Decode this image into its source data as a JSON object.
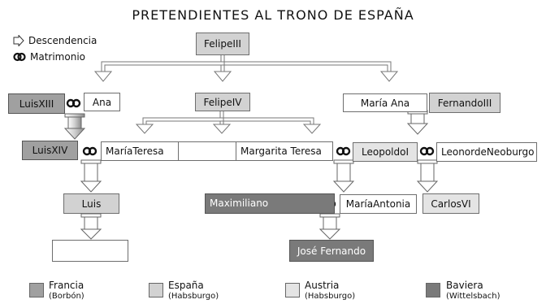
{
  "title": "PRETENDIENTES AL TRONO DE ESPAÑA",
  "legend": {
    "descent": {
      "label": "Descendencia",
      "icon": "descent-arrow-icon"
    },
    "marriage": {
      "label": "Matrimonio",
      "icon": "marriage-rings-icon"
    }
  },
  "persons": {
    "felipe3": "FelipeIII",
    "luis13": "LuisXIII",
    "ana": "Ana",
    "felipe4": "FelipeIV",
    "maria_ana": "María Ana",
    "fernando3": "FernandoIII",
    "luis14": "LuisXIV",
    "maria_teresa": "MaríaTeresa",
    "margarita_teresa": "Margarita Teresa",
    "leopoldo1": "LeopoldoI",
    "leonor": "LeonordeNeoburgo",
    "luis": "Luis",
    "maximiliano": "Maximiliano",
    "maria_antonia": "MaríaAntonia",
    "carlos6": "CarlosVI",
    "jose_fernando": "José Fernando"
  },
  "houses": [
    {
      "name": "Francia",
      "dynasty": "(Borbón)",
      "color": "#a0a0a0"
    },
    {
      "name": "España",
      "dynasty": "(Habsburgo)",
      "color": "#d2d2d2"
    },
    {
      "name": "Austria",
      "dynasty": "(Habsburgo)",
      "color": "#e4e4e4"
    },
    {
      "name": "Baviera",
      "dynasty": "(Wittelsbach)",
      "color": "#7a7a7a"
    }
  ]
}
